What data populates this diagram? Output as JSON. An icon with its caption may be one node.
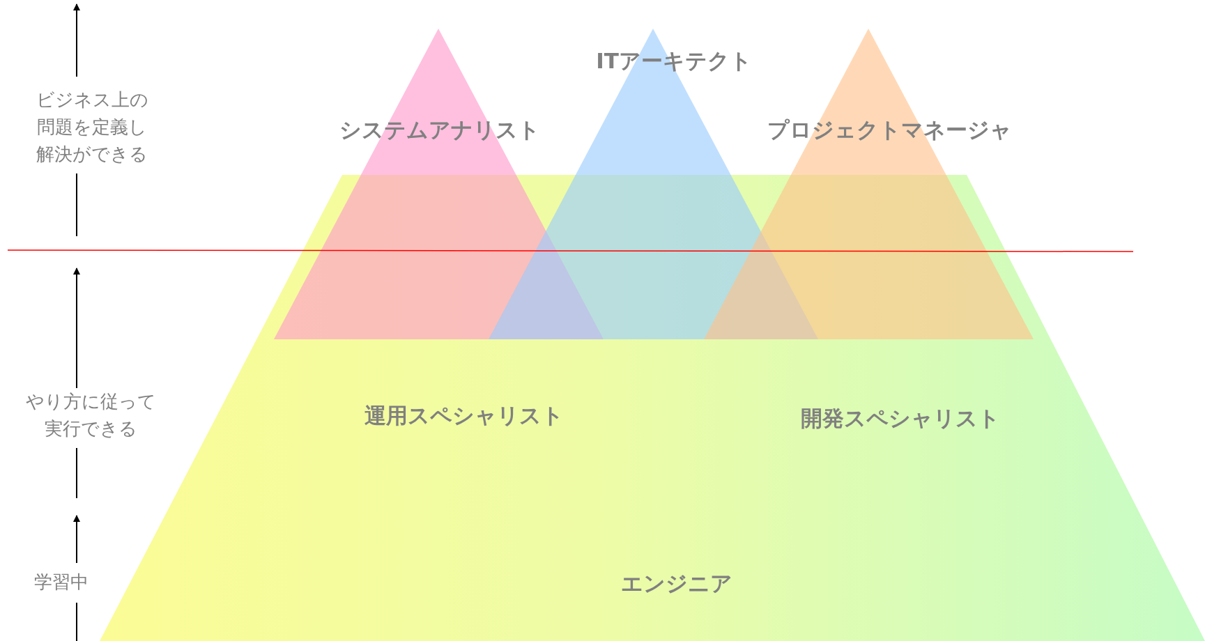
{
  "diagram": {
    "nodes": [
      {
        "text": [
          "システムアナリスト"
        ]
      },
      {
        "text": [
          "ITアーキテクト"
        ]
      },
      {
        "text": [
          "プロジェクトマネージャ"
        ]
      },
      {
        "text": [
          "運用スペシャリスト",
          "開発スペシャリスト",
          "エンジニア"
        ]
      }
    ],
    "labels": [
      "ビジネス上の問題を定義し解決ができる",
      "やり方に従って実行できる",
      "学習中"
    ]
  }
}
